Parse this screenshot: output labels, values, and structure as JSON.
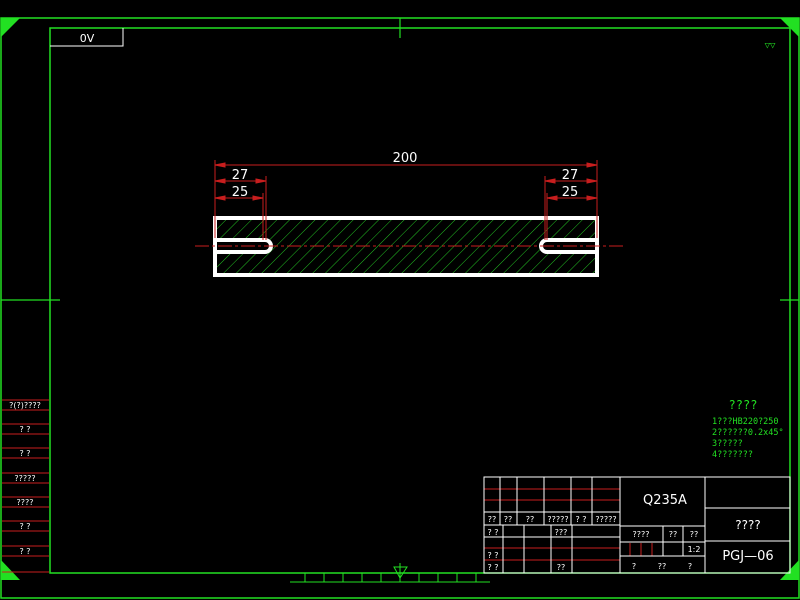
{
  "drawing": {
    "corner_code": "0V",
    "roughness_symbol": "▽▽",
    "dimensions": {
      "overall": "200",
      "left_outer": "27",
      "left_inner": "25",
      "right_outer": "27",
      "right_inner": "25"
    },
    "notes": {
      "title": "????",
      "lines": [
        "1???HB220?250",
        "2??????0.2x45°",
        "3?????",
        "4???????"
      ]
    },
    "left_strip": [
      "?(?)????",
      "?  ?",
      "?  ?",
      "?????",
      "????",
      "?  ?",
      "?  ?"
    ],
    "title_block": {
      "material": "Q235A",
      "part_name": "????",
      "drawing_number": "PGJ—06",
      "scale": "1:2",
      "header_row": [
        "??",
        "??",
        "??",
        "?????",
        "?  ?",
        "?????"
      ],
      "row2": [
        "?  ?",
        "???"
      ],
      "bottom_left": [
        "?  ?",
        "?  ?",
        "??"
      ],
      "mid_labels": [
        "????",
        "??",
        "??"
      ],
      "bottom_row": [
        "?",
        "??",
        "?"
      ]
    },
    "colors": {
      "frame": "#22e022",
      "outline": "#ffffff",
      "dimension": "#c81e1e",
      "hatch": "#22c022"
    }
  }
}
